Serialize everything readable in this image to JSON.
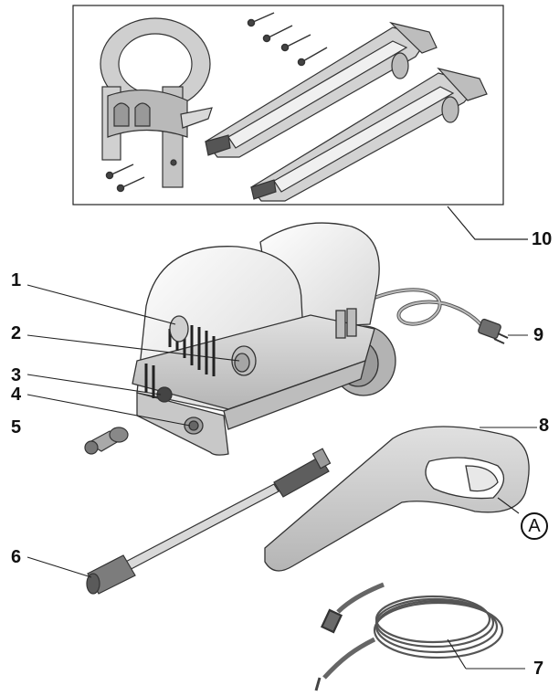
{
  "callouts": {
    "c1": "1",
    "c2": "2",
    "c3": "3",
    "c4": "4",
    "c5": "5",
    "c6": "6",
    "c7": "7",
    "c8": "8",
    "c9": "9",
    "c10": "10",
    "cA": "A"
  },
  "colors": {
    "outline": "#2a2a2a",
    "body_light": "#f4f4f4",
    "body_shade": "#d9d9d9",
    "body_dark": "#a8a8a8",
    "accessory": "#cfcfcf"
  }
}
